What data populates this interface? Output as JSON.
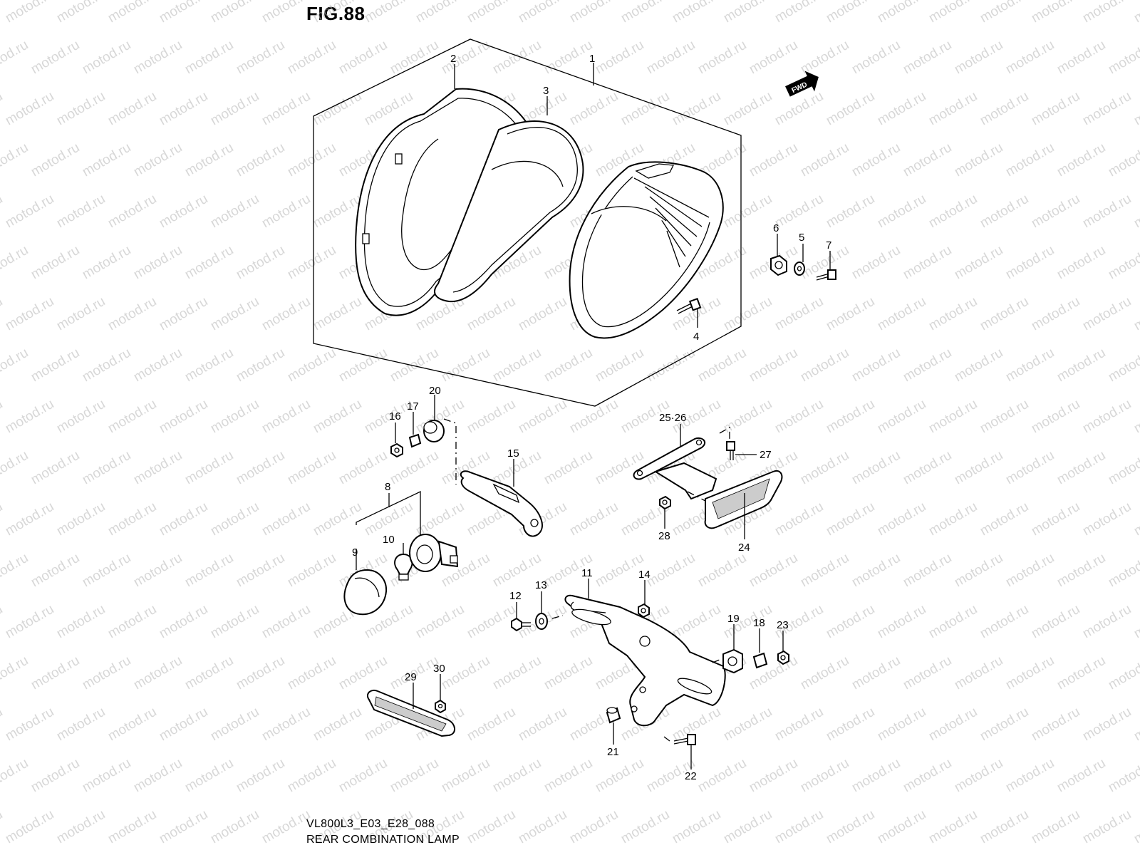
{
  "figure": {
    "title": "FIG.88",
    "code": "VL800L3_E03_E28_088",
    "name": "REAR COMBINATION LAMP",
    "fwd_badge": "FWD",
    "watermark": "motod.ru"
  },
  "callouts": [
    "1",
    "2",
    "3",
    "4",
    "5",
    "6",
    "7",
    "8",
    "9",
    "10",
    "11",
    "12",
    "13",
    "14",
    "15",
    "16",
    "17",
    "18",
    "19",
    "20",
    "21",
    "22",
    "23",
    "24",
    "25·26",
    "27",
    "28",
    "29",
    "30"
  ]
}
